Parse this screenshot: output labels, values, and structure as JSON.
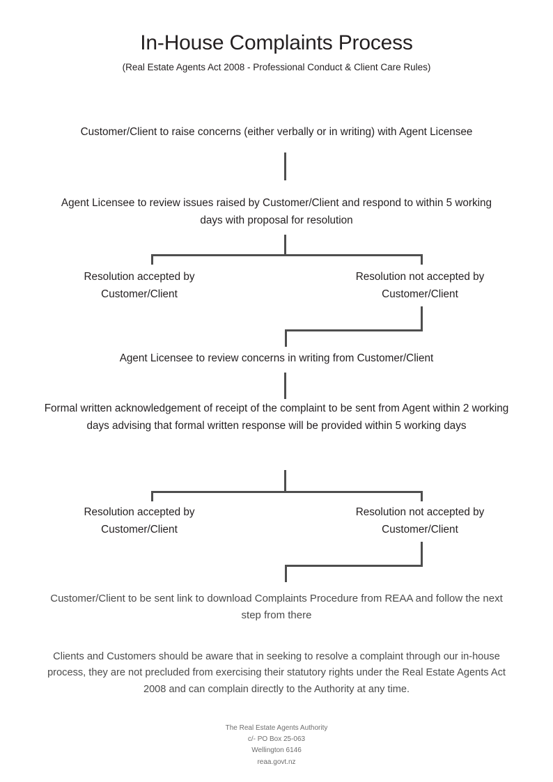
{
  "document": {
    "title": "In-House Complaints Process",
    "subtitle": "(Real Estate Agents Act 2008 - Professional Conduct & Client Care Rules)"
  },
  "flow": {
    "step_raise": "Customer/Client to raise concerns (either verbally or in writing) with Agent Licensee",
    "step_review": "Agent Licensee to review issues raised by Customer/Client and respond to within 5 working days with proposal for resolution",
    "branch_1_accepted": "Resolution accepted by Customer/Client",
    "branch_1_not_accepted": "Resolution not accepted by Customer/Client",
    "step_written_review": "Agent Licensee to review concerns in writing from Customer/Client",
    "step_acknowledgement": "Formal written acknowledgement of receipt of the complaint to be sent from Agent within 2 working days advising that formal written response will be provided within 5 working days",
    "branch_2_accepted": "Resolution accepted by Customer/Client",
    "branch_2_not_accepted": "Resolution not accepted by Customer/Client",
    "step_final": "Customer/Client to be sent link to download Complaints Procedure from REAA and follow the next step from there"
  },
  "disclaimer": "Clients and Customers should be aware that in seeking to resolve a complaint through our in-house process, they are not precluded from exercising their statutory rights under the Real Estate Agents Act 2008 and can complain directly to the Authority at any time.",
  "footer": {
    "organisation": "The Real Estate Agents Authority",
    "po_box": "c/- PO Box 25-063",
    "city": "Wellington 6146",
    "website": "reaa.govt.nz"
  },
  "style": {
    "connector_color": "#4e4e4e",
    "primary_text_color": "#231f20",
    "secondary_text_color": "#4a4a4a",
    "footer_text_color": "#6d6d6d",
    "background": "#ffffff"
  },
  "chart_data": {
    "type": "table",
    "title": "In-House Complaints Process",
    "nodes": [
      {
        "id": "raise",
        "label": "Customer/Client to raise concerns (either verbally or in writing) with Agent Licensee",
        "level": 0,
        "column": "center"
      },
      {
        "id": "review",
        "label": "Agent Licensee to review issues raised by Customer/Client and respond to within 5 working days with proposal for resolution",
        "level": 1,
        "column": "center"
      },
      {
        "id": "accept1",
        "label": "Resolution accepted by Customer/Client",
        "level": 2,
        "column": "left"
      },
      {
        "id": "reject1",
        "label": "Resolution not accepted by Customer/Client",
        "level": 2,
        "column": "right"
      },
      {
        "id": "written",
        "label": "Agent Licensee to review concerns in writing from Customer/Client",
        "level": 3,
        "column": "center"
      },
      {
        "id": "ack",
        "label": "Formal written acknowledgement of receipt of the complaint to be sent from Agent within 2 working days advising that formal written response will be provided within 5 working days",
        "level": 4,
        "column": "center"
      },
      {
        "id": "accept2",
        "label": "Resolution accepted by Customer/Client",
        "level": 5,
        "column": "left"
      },
      {
        "id": "reject2",
        "label": "Resolution not accepted by Customer/Client",
        "level": 5,
        "column": "right"
      },
      {
        "id": "final",
        "label": "Customer/Client to be sent link to download Complaints Procedure from REAA and follow the next step from there",
        "level": 6,
        "column": "center"
      }
    ],
    "edges": [
      {
        "from": "raise",
        "to": "review",
        "style": "straight"
      },
      {
        "from": "review",
        "to": "accept1",
        "style": "split-left"
      },
      {
        "from": "review",
        "to": "reject1",
        "style": "split-right"
      },
      {
        "from": "reject1",
        "to": "written",
        "style": "merge-center"
      },
      {
        "from": "written",
        "to": "ack",
        "style": "straight"
      },
      {
        "from": "ack",
        "to": "accept2",
        "style": "split-left"
      },
      {
        "from": "ack",
        "to": "reject2",
        "style": "split-right"
      },
      {
        "from": "reject2",
        "to": "final",
        "style": "merge-center"
      }
    ]
  }
}
